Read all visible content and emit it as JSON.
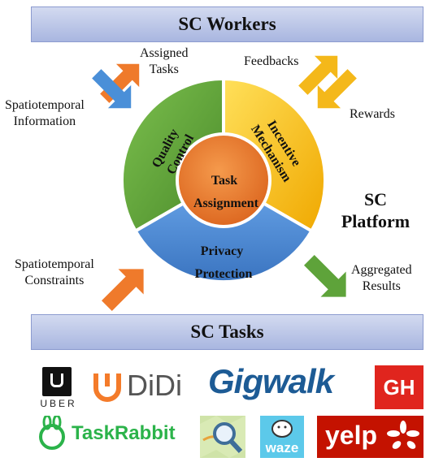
{
  "top_bar": {
    "title": "SC Workers"
  },
  "bottom_bar": {
    "title": "SC Tasks"
  },
  "platform_label": {
    "line1": "SC",
    "line2": "Platform"
  },
  "segments": {
    "quality_control": {
      "line1": "Quality",
      "line2": "Control",
      "color": "#5d9b3a"
    },
    "incentive_mechanism": {
      "line1": "Incentive",
      "line2": "Mechanism",
      "color": "#f7c018"
    },
    "privacy_protection": {
      "line1": "Privacy",
      "line2": "Protection",
      "color": "#4a86d0"
    },
    "task_assignment": {
      "line1": "Task",
      "line2": "Assignment",
      "color": "#e8762a"
    }
  },
  "arrow_labels": {
    "assigned_tasks": {
      "line1": "Assigned",
      "line2": "Tasks"
    },
    "spatiotemporal_information": {
      "line1": "Spatiotemporal",
      "line2": "Information"
    },
    "feedbacks": "Feedbacks",
    "rewards": "Rewards",
    "spatiotemporal_constraints": {
      "line1": "Spatiotemporal",
      "line2": "Constraints"
    },
    "aggregated_results": {
      "line1": "Aggregated",
      "line2": "Results"
    }
  },
  "logos": {
    "uber": "UBER",
    "didi": "DiDi",
    "gigwalk": "Gigwalk",
    "gigwalk_badge": "GH",
    "taskrabbit": "TaskRabbit",
    "waze": "waze",
    "yelp": "yelp"
  }
}
